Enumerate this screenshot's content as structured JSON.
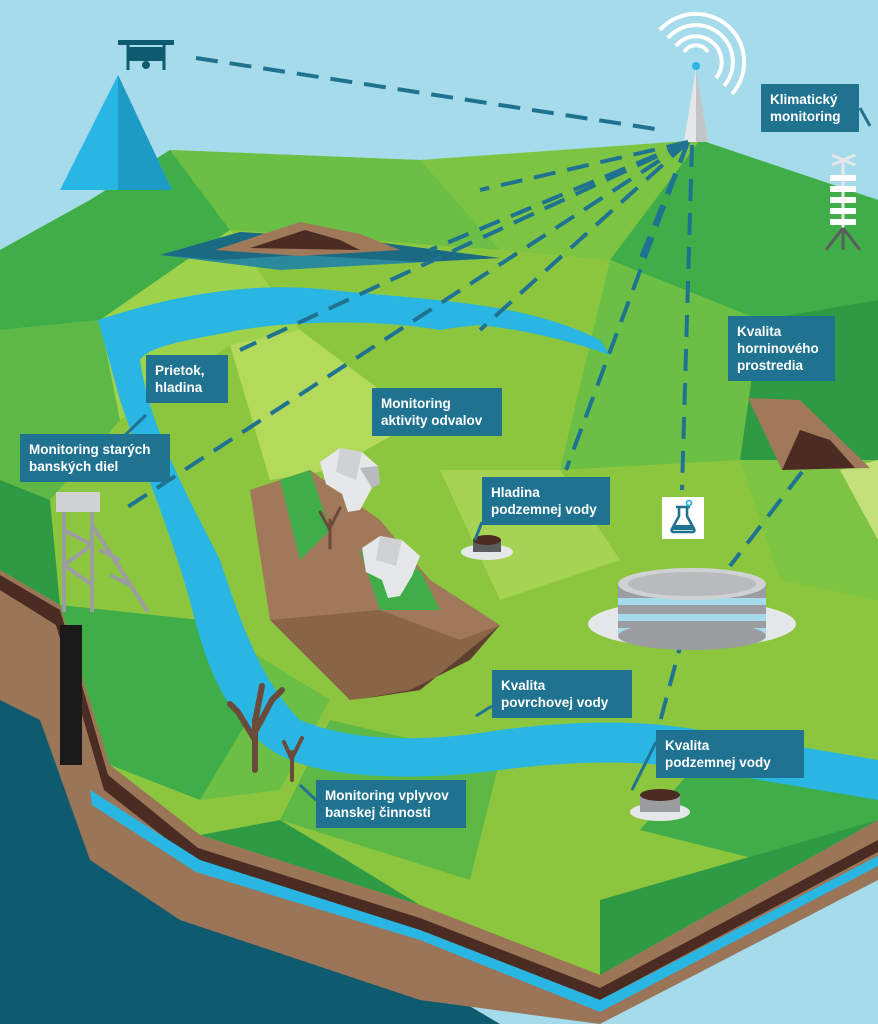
{
  "diagram": {
    "labels": {
      "climate": "Klimatický\nmonitoring",
      "rock_quality": "Kvalita\nhorninového\nprostredia",
      "flow": "Prietok,\nhladina",
      "heaps": "Monitoring\naktivity odvalov",
      "old_mines": "Monitoring starých\nbanských diel",
      "groundwater_level": "Hladina\npodzemnej vody",
      "surface_water": "Kvalita\npovrchovej vody",
      "groundwater_quality": "Kvalita\npodzemnej vody",
      "mining_impacts": "Monitoring vplyvov\nbanskej činnosti"
    },
    "icons": [
      "drone-icon",
      "antenna-signal-icon",
      "weather-station-icon",
      "mine-headframe-icon",
      "well-icon",
      "water-tank-icon",
      "flask-icon",
      "dead-tree-icon",
      "rock-formation-icon"
    ],
    "colors": {
      "sky": "#a5dbea",
      "grass_light": "#8cc63f",
      "grass_dark": "#3fae49",
      "river": "#29b6e3",
      "soil": "#a0785a",
      "label_bg": "#1f7391",
      "ocean": "#0e5a6e"
    }
  }
}
